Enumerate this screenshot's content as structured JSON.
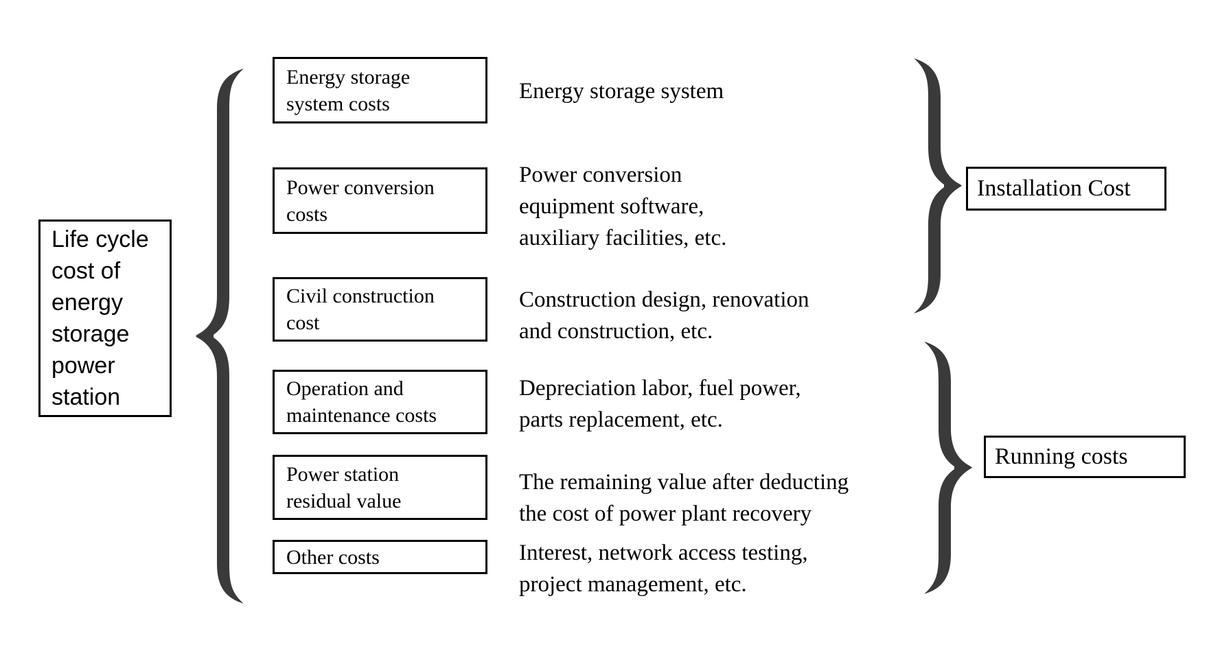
{
  "root": {
    "label": "Life cycle\ncost of\nenergy\nstorage\npower\nstation"
  },
  "rows": [
    {
      "box": "Energy storage\nsystem costs",
      "desc": "Energy storage system"
    },
    {
      "box": "Power conversion\ncosts",
      "desc": "Power conversion\nequipment software,\nauxiliary facilities, etc."
    },
    {
      "box": "Civil construction\ncost",
      "desc": "Construction design, renovation\nand construction, etc."
    },
    {
      "box": "Operation and\nmaintenance costs",
      "desc": "Depreciation labor, fuel power,\nparts replacement, etc."
    },
    {
      "box": "Power station\nresidual value",
      "desc": "The remaining value after deducting\nthe cost of power plant recovery"
    },
    {
      "box": "Other costs",
      "desc": "Interest, network access testing,\nproject management, etc."
    }
  ],
  "groups": [
    {
      "label": "Installation Cost"
    },
    {
      "label": "Running costs"
    }
  ],
  "colors": {
    "border": "#000000",
    "brace": "#3a3a3a",
    "text": "#000000",
    "bg": "#ffffff"
  }
}
